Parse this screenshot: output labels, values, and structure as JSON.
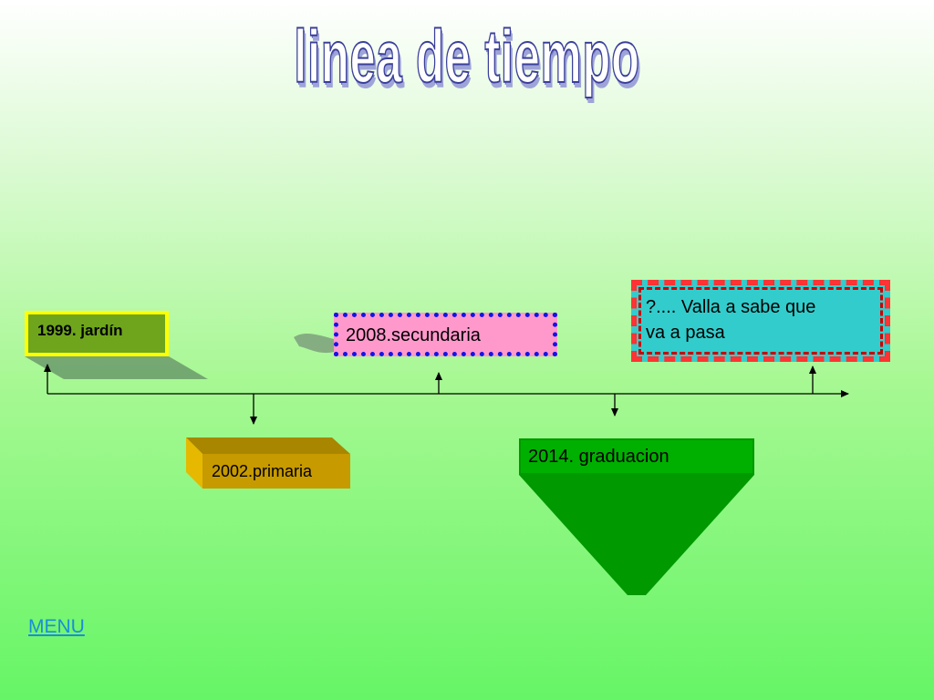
{
  "title": "linea de tiempo",
  "events": [
    {
      "label": "1999. jardín"
    },
    {
      "label": "2002.primaria"
    },
    {
      "label": "2008.secundaria"
    },
    {
      "label": "2014. graduacion"
    },
    {
      "label_line1": "?.... Valla a sabe que",
      "label_line2": "va a pasa"
    }
  ],
  "menu": {
    "label": "MENU"
  },
  "colors": {
    "title_stroke": "#3a3f9a",
    "box_1999": "#7ab51f",
    "box_1999_border": "#ffff00",
    "box_2002": "#c79a00",
    "box_2008": "#ff99cc",
    "box_2008_border": "#1414e6",
    "box_2014": "#00b000",
    "box_valla": "#33cccc",
    "box_valla_border": "#ff3333",
    "menu_link": "#1a8fd6"
  }
}
